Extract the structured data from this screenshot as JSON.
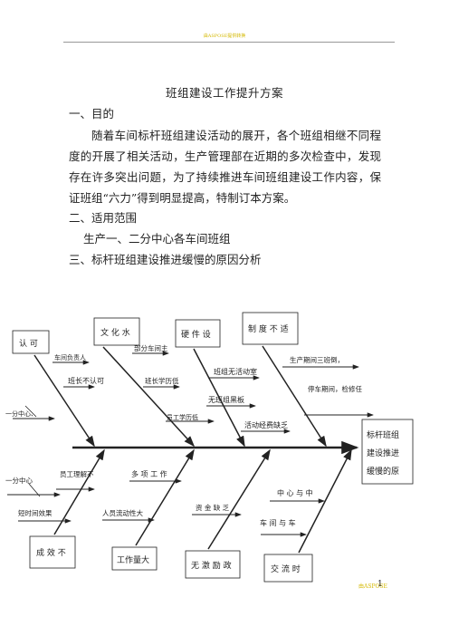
{
  "header": {
    "watermark": "由ASPOSE提供转换"
  },
  "title": "班组建设工作提升方案",
  "sections": [
    {
      "heading": "一、目的",
      "text": "随着车间标杆班组建设活动的展开，各个班组相继不同程度的开展了相关活动，生产管理部在近期的多次检查中，发现存在许多突出问题，为了持续推进车间班组建设工作内容，保证班组“六力”得到明显提高，特制订本方案。"
    },
    {
      "heading": "二、适用范围",
      "text": "生产一、二分中心各车间班组"
    },
    {
      "heading": "三、标杆班组建设推进缓慢的原因分析",
      "text": ""
    }
  ],
  "diagram": {
    "head": [
      "标杆班组",
      "建设推进",
      "缓慢的原"
    ],
    "top_boxes": [
      "认 可",
      "文 化 水",
      "硬 件 设",
      "制 度 不 适"
    ],
    "bottom_boxes": [
      "成 效 不",
      "工作量大",
      "无 激 励 政",
      "交 流 时"
    ],
    "causes": {
      "c1": "车间负责人",
      "c2": "班长不认可",
      "c3": "一分中心、",
      "c4": "部分车间主",
      "c5": "班长学历低",
      "c6": "员工学历低",
      "c7": "班组无活动室",
      "c8": "无班组黑板",
      "c9": "活动经费缺乏",
      "c10": "生产期间三班倒，",
      "c11": "停车期间，检修任",
      "c12": "一分中心",
      "c13": "员工理解不",
      "c14": "短时间效果",
      "c15": "多 项 工 作",
      "c16": "人员流动性大",
      "c17": "资 金 缺 乏",
      "c18": "中 心 与 中",
      "c19": "车 间 与 车"
    }
  },
  "footer": {
    "watermark": "由ASPOSE",
    "page": "1"
  }
}
